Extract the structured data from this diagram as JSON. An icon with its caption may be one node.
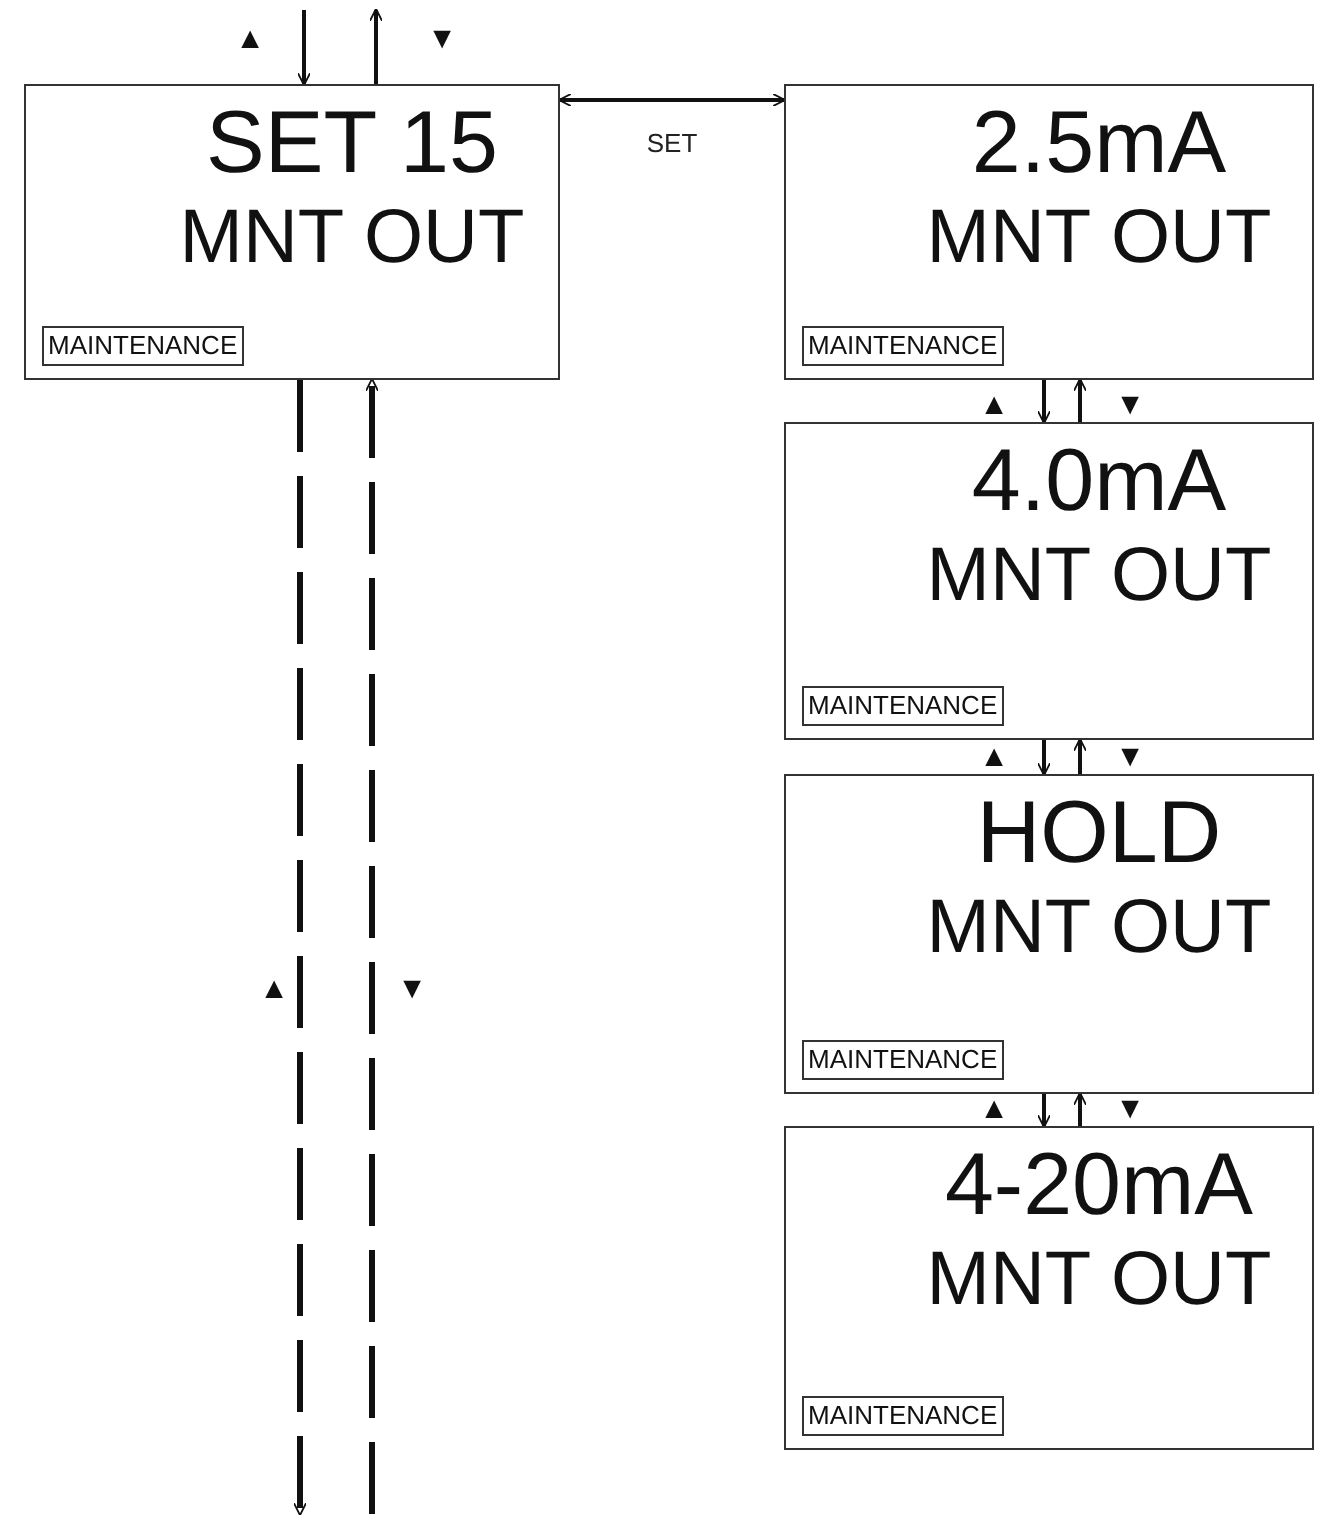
{
  "diagram": {
    "nodes": [
      {
        "text": [
          "SET 15",
          "MNT OUT"
        ]
      },
      {
        "text": [
          "MAINTENANCE"
        ],
        "in": 0
      },
      {
        "text": [
          "2.5mA",
          "MNT OUT"
        ]
      },
      {
        "text": [
          "MAINTENANCE"
        ],
        "in": 2
      },
      {
        "text": [
          "4.0mA",
          "MNT OUT"
        ]
      },
      {
        "text": [
          "MAINTENANCE"
        ],
        "in": 4
      },
      {
        "text": [
          "HOLD",
          "MNT OUT"
        ]
      },
      {
        "text": [
          "MAINTENANCE"
        ],
        "in": 6
      },
      {
        "text": [
          "4-20mA",
          "MNT OUT"
        ]
      },
      {
        "text": [
          "MAINTENANCE"
        ],
        "in": 8
      }
    ],
    "edges": [
      {
        "from": null,
        "to": 0,
        "arrow": "to"
      },
      {
        "from": 0,
        "to": null,
        "arrow": "to"
      },
      {
        "from": 0,
        "to": 2,
        "arrow": "both",
        "label": "SET"
      },
      {
        "from": 2,
        "to": 4,
        "arrow": "to"
      },
      {
        "from": 4,
        "to": 2,
        "arrow": "to"
      },
      {
        "from": 4,
        "to": 6,
        "arrow": "to"
      },
      {
        "from": 6,
        "to": 4,
        "arrow": "to"
      },
      {
        "from": 6,
        "to": 8,
        "arrow": "to"
      },
      {
        "from": 8,
        "to": 6,
        "arrow": "to"
      },
      {
        "from": 0,
        "to": null,
        "arrow": "to",
        "style": "dashed"
      },
      {
        "from": null,
        "to": 0,
        "arrow": "to",
        "style": "dashed"
      }
    ],
    "labels": [
      "▲",
      "▼",
      "▲",
      "▼",
      "▲",
      "▼",
      "▲",
      "▼",
      "▲",
      "▼"
    ]
  }
}
